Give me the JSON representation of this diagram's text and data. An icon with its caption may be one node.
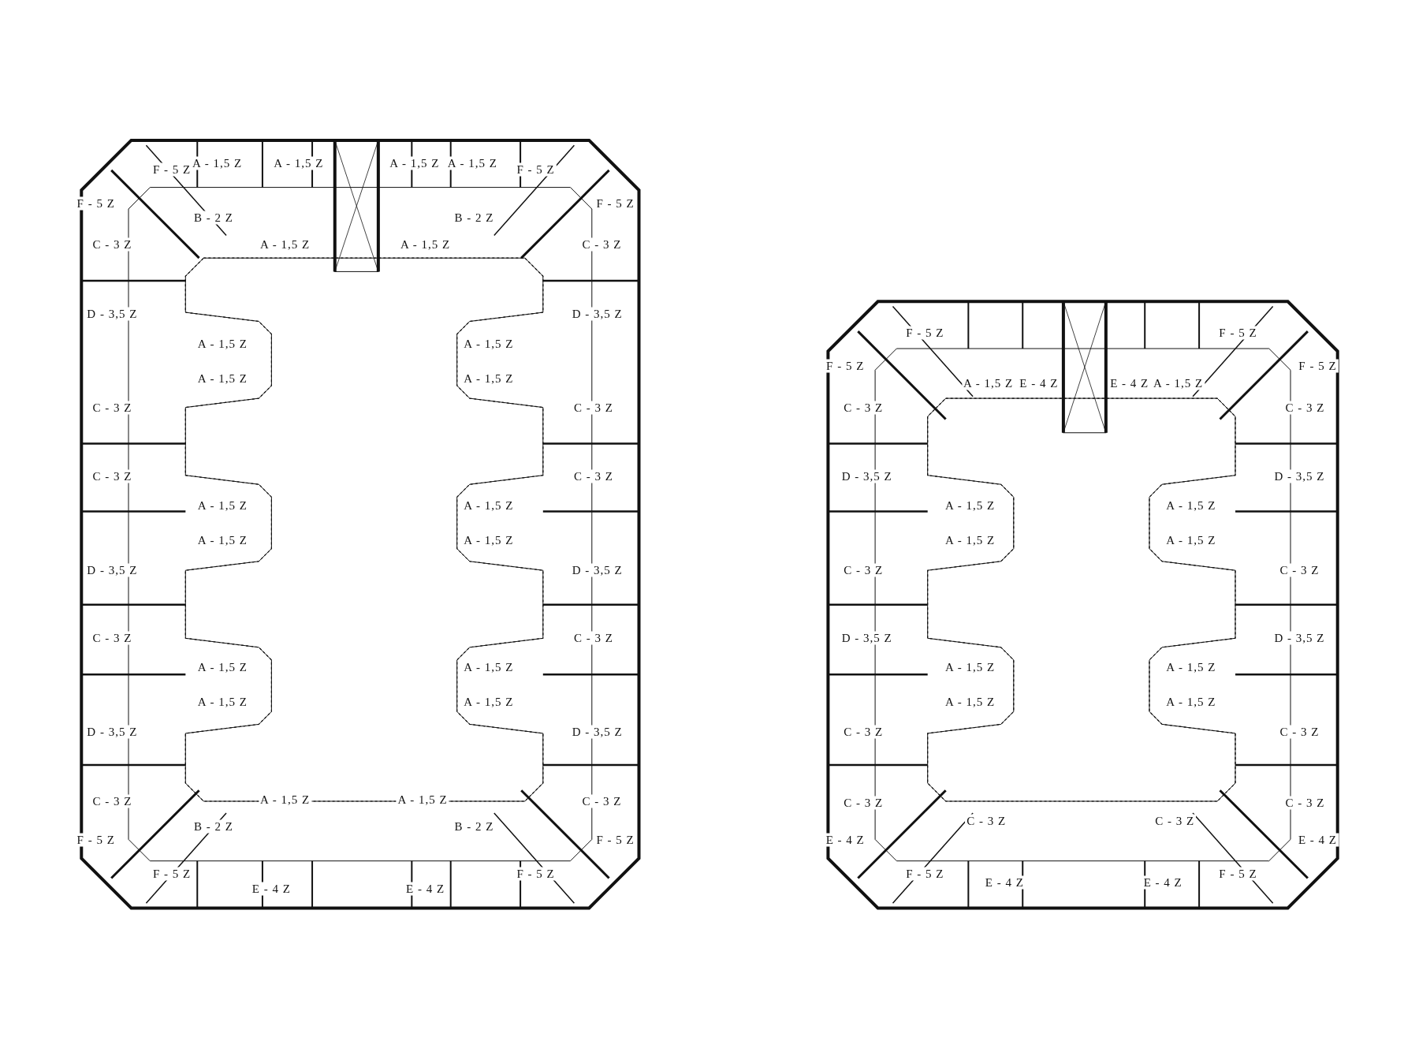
{
  "diagram": {
    "labels": [
      "F - 5 Z",
      "A - 1,5 Z",
      "A - 1,5 Z",
      "A - 1,5 Z",
      "A - 1,5 Z",
      "F - 5 Z",
      "F - 5 Z",
      "B - 2 Z",
      "B - 2 Z",
      "F - 5 Z",
      "C - 3 Z",
      "A - 1,5 Z",
      "A - 1,5 Z",
      "C - 3 Z",
      "D - 3,5 Z",
      "D - 3,5 Z",
      "A - 1,5 Z",
      "A - 1,5 Z",
      "A - 1,5 Z",
      "A - 1,5 Z",
      "C - 3 Z",
      "C - 3 Z",
      "C - 3 Z",
      "C - 3 Z",
      "A - 1,5 Z",
      "A - 1,5 Z",
      "A - 1,5 Z",
      "A - 1,5 Z",
      "D - 3,5 Z",
      "D - 3,5 Z",
      "C - 3 Z",
      "C - 3 Z",
      "A - 1,5 Z",
      "A - 1,5 Z",
      "A - 1,5 Z",
      "A - 1,5 Z",
      "D - 3,5 Z",
      "D - 3,5 Z",
      "C - 3 Z",
      "A - 1,5 Z",
      "A - 1,5 Z",
      "C - 3 Z",
      "B - 2 Z",
      "B - 2 Z",
      "F - 5 Z",
      "F - 5 Z",
      "F - 5 Z",
      "E - 4 Z",
      "E - 4 Z",
      "F - 5 Z",
      "F - 5 Z",
      "F - 5 Z",
      "F - 5 Z",
      "F - 5 Z",
      "A - 1,5 Z",
      "E - 4 Z",
      "E - 4 Z",
      "A - 1,5 Z",
      "C - 3 Z",
      "C - 3 Z",
      "D - 3,5 Z",
      "D - 3,5 Z",
      "A - 1,5 Z",
      "A - 1,5 Z",
      "A - 1,5 Z",
      "A - 1,5 Z",
      "C - 3 Z",
      "C - 3 Z",
      "D - 3,5 Z",
      "D - 3,5 Z",
      "A - 1,5 Z",
      "A - 1,5 Z",
      "A - 1,5 Z",
      "A - 1,5 Z",
      "C - 3 Z",
      "C - 3 Z",
      "C - 3 Z",
      "C - 3 Z",
      "C - 3 Z",
      "C - 3 Z",
      "E - 4 Z",
      "E - 4 Z",
      "F - 5 Z",
      "E - 4 Z",
      "E - 4 Z",
      "F - 5 Z"
    ]
  }
}
